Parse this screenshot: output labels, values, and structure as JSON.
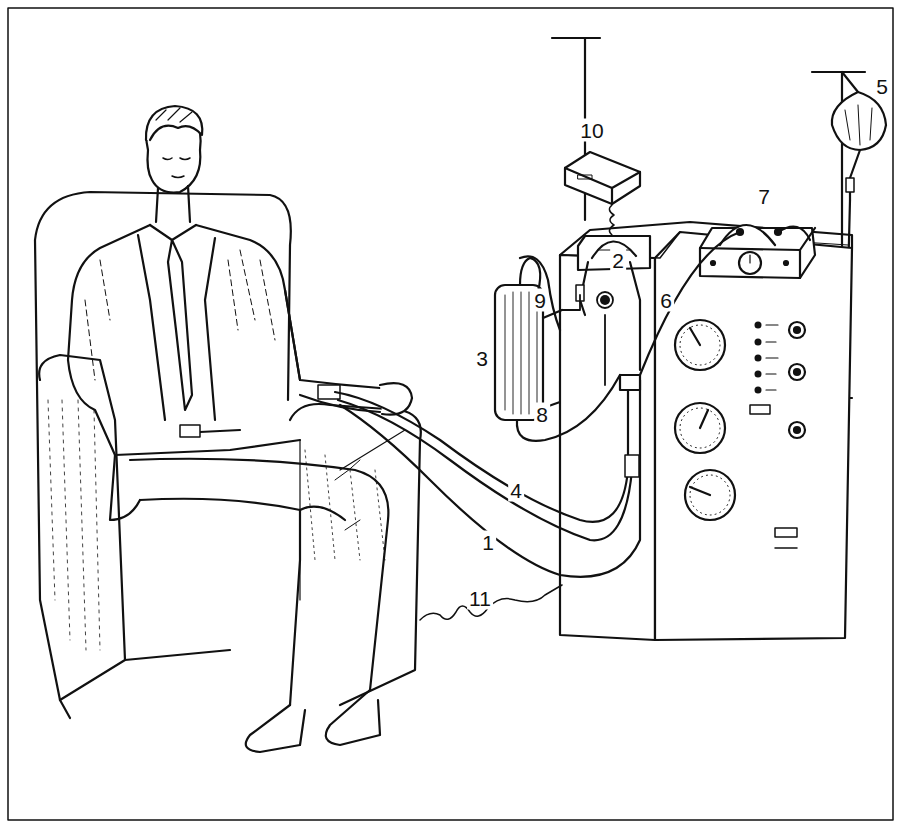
{
  "diagram": {
    "labels": [
      "5",
      "10",
      "7",
      "2",
      "9",
      "6",
      "3",
      "8",
      "4",
      "1",
      "11"
    ]
  }
}
